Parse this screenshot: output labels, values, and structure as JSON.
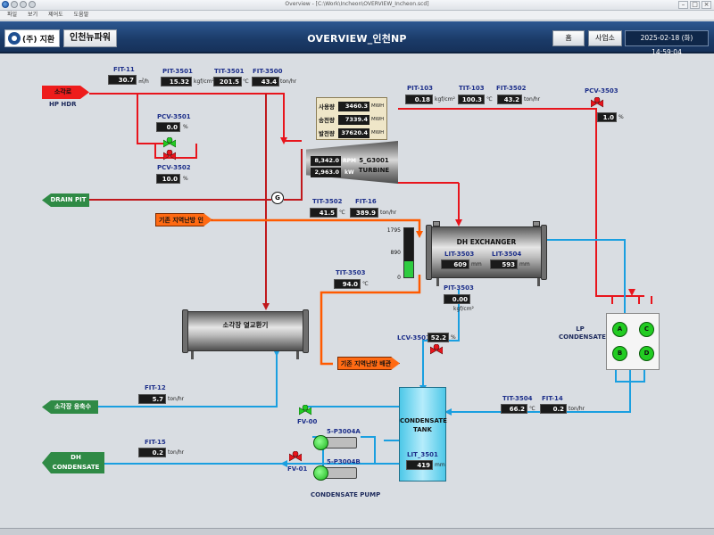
{
  "window": {
    "title": "Overview - [C:\\Work\\Incheon\\OVERVIEW_Incheon.scd]"
  },
  "menu": [
    "파일",
    "보기",
    "제어도",
    "도움말"
  ],
  "header": {
    "logo": "(주) 지환",
    "site": "인천뉴파워",
    "title": "OVERVIEW_인천NP",
    "home_label": "홈",
    "business_label": "사업소",
    "datetime": "2025-02-18 (화) 14:59:04"
  },
  "labels": {
    "steam": "소각로",
    "hp_hdr": "HP HDR",
    "drain_pit": "DRAIN PIT",
    "dh_in": "기존 지역난방 인입",
    "dh_out": "기존 지역난방 배관",
    "incinerator_condensate": "소각장 응축수",
    "dh_condensate": "DH CONDENSATE TANK",
    "lp_condensate": "LP CONDENSATE",
    "condensate_pump": "CONDENSATE PUMP",
    "condensate_tank": "CONDENSATE TANK",
    "dh_exchanger": "DH EXCHANGER",
    "heat_exchanger": "소각장 열교환기",
    "turbine_name": "5_G3001 TURBINE",
    "generator": "G",
    "pump_a": "5-P3004A",
    "pump_b": "5-P3004B"
  },
  "instruments": {
    "fit11": {
      "tag": "FIT-11",
      "value": "30.7",
      "unit": "㎥/h"
    },
    "pit3501": {
      "tag": "PIT-3501",
      "value": "15.32",
      "unit": "kgf/cm²"
    },
    "tit3501": {
      "tag": "TIT-3501",
      "value": "201.5",
      "unit": "℃"
    },
    "fit3500": {
      "tag": "FIT-3500",
      "value": "43.4",
      "unit": "ton/hr"
    },
    "pcv3501": {
      "tag": "PCV-3501",
      "value": "0.0",
      "unit": "%"
    },
    "pcv3502": {
      "tag": "PCV-3502",
      "value": "10.0",
      "unit": "%"
    },
    "pit103": {
      "tag": "PIT-103",
      "value": "0.18",
      "unit": "kgf/cm²"
    },
    "tit103": {
      "tag": "TIT-103",
      "value": "100.3",
      "unit": "℃"
    },
    "fit3502": {
      "tag": "FIT-3502",
      "value": "43.2",
      "unit": "ton/hr"
    },
    "pcv3503": {
      "tag": "PCV-3503",
      "value": "1.0",
      "unit": "%"
    },
    "tit3502": {
      "tag": "TIT-3502",
      "value": "41.5",
      "unit": "℃"
    },
    "fit16": {
      "tag": "FIT-16",
      "value": "389.9",
      "unit": "ton/hr"
    },
    "tit3503": {
      "tag": "TIT-3503",
      "value": "94.0",
      "unit": "℃"
    },
    "lit3503": {
      "tag": "LIT-3503",
      "value": "609",
      "unit": "mm"
    },
    "lit3504": {
      "tag": "LIT-3504",
      "value": "593",
      "unit": "mm"
    },
    "pit3503": {
      "tag": "PIT-3503",
      "value": "0.00",
      "unit": "kgf/cm²"
    },
    "lcv3501": {
      "tag": "LCV-3501",
      "value": "52.2",
      "unit": "%"
    },
    "fit12": {
      "tag": "FIT-12",
      "value": "5.7",
      "unit": "ton/hr"
    },
    "fit15": {
      "tag": "FIT-15",
      "value": "0.2",
      "unit": "ton/hr"
    },
    "tit3504": {
      "tag": "TIT-3504",
      "value": "66.2",
      "unit": "℃"
    },
    "fit14": {
      "tag": "FIT-14",
      "value": "0.2",
      "unit": "ton/hr"
    },
    "lit3501": {
      "tag": "LIT_3501",
      "value": "419",
      "unit": "mm"
    },
    "fv00": {
      "tag": "FV-00"
    },
    "fv01": {
      "tag": "FV-01"
    }
  },
  "turbine": {
    "usage_label": "사용량",
    "usage_value": "3460.3",
    "usage_unit": "MWH",
    "sent_label": "송전량",
    "sent_value": "7339.4",
    "sent_unit": "MWH",
    "gen_label": "발전량",
    "gen_value": "37620.4",
    "gen_unit": "MWH",
    "rpm_value": "8,342.0",
    "rpm_unit": "RPM",
    "kw_value": "2,963.0",
    "kw_unit": "kW"
  },
  "level_gauge": {
    "max": "1795",
    "mid": "890",
    "min": "0",
    "fill_fraction": 0.33
  },
  "lp_units": [
    "A",
    "C",
    "B",
    "D"
  ],
  "colors": {
    "steam": "#e8141c",
    "water": "#1a9fe0",
    "district": "#ff5a00",
    "drain": "#2f8a45"
  }
}
